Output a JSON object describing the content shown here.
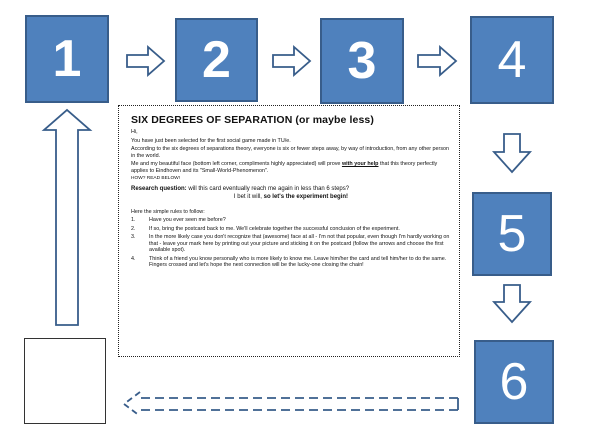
{
  "boxes": {
    "b1": "1",
    "b2": "2",
    "b3": "3",
    "b4": "4",
    "b5": "5",
    "b6": "6"
  },
  "colors": {
    "box_fill": "#4f81bd",
    "box_border": "#385d8a",
    "arrow_stroke": "#385d8a"
  },
  "card": {
    "title": "SIX DEGREES OF SEPARATION (or maybe less)",
    "greeting": "Hi,",
    "intro": "You have just been selected for the first social game made in TU/e.",
    "theory": "According to the six degrees of separations theory, everyone is six or fewer steps away, by way of introduction, from any other person in the world.",
    "help_pre": "Me and my beautiful face (bottom left corner, compliments highly appreciated) will prove ",
    "help_link": "with your help",
    "help_post": " that this theory perfectly applies to Eindhoven and its \"Small-World-Phenomenon\".",
    "how": "HOW? READ BELOW!",
    "rq_label": "Research question:",
    "rq_text": " will this card eventually reach me again in less than 6 steps?",
    "bet_pre": "I bet it will, ",
    "bet_bold": "so let's the experiment begin!",
    "rules_intro": "Here the simple rules to follow:",
    "rules": [
      {
        "n": "1.",
        "text": "Have you ever seen me before?"
      },
      {
        "n": "2.",
        "text": "If so, bring the postcard back to me. We'll celebrate together the successful conclusion of the experiment."
      },
      {
        "n": "3.",
        "text": "In the more likely case you don't recognize that (awesome) face at all - I'm not that popular, even though I'm hardly working on that - leave your mark here by printing out your picture and sticking it on the postcard (follow the arrows and choose the first available spot)."
      },
      {
        "n": "4.",
        "text": "Think of a friend you know personally who is more likely to know me. Leave him/her the card and tell him/her to do the same. Fingers crossed and let's hope the next connection will be the lucky-one closing the chain!"
      }
    ]
  }
}
